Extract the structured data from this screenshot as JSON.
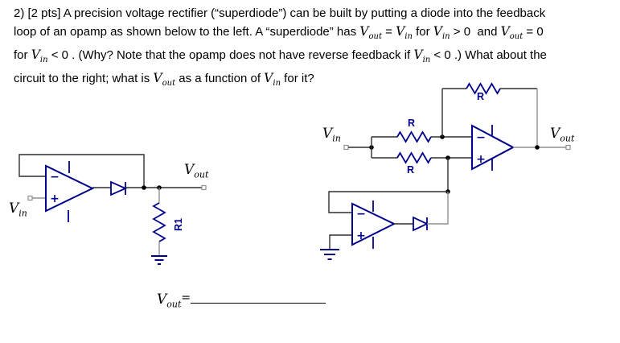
{
  "colors": {
    "component_blue": "#00008B",
    "wire_dark": "#2e2e2e",
    "wire_gray": "#909090",
    "text_black": "#000000"
  },
  "problem": {
    "lines": [
      [
        {
          "t": "x",
          "v": "2) [2 pts] A precision voltage rectifier (“superdiode”) can be built by putting a diode into the feedback"
        }
      ],
      [
        {
          "t": "x",
          "v": "loop of an opamp as shown below to the left. A “superdiode” has "
        },
        {
          "t": "m",
          "v": "V",
          "s": "out"
        },
        {
          "t": "x",
          "v": " = "
        },
        {
          "t": "m",
          "v": "V",
          "s": "in"
        },
        {
          "t": "x",
          "v": " for "
        },
        {
          "t": "m",
          "v": "V",
          "s": "in"
        },
        {
          "t": "x",
          "v": " > 0  and "
        },
        {
          "t": "m",
          "v": "V",
          "s": "out"
        },
        {
          "t": "x",
          "v": " = 0"
        }
      ],
      [
        {
          "t": "x",
          "v": "for "
        },
        {
          "t": "m",
          "v": "V",
          "s": "in"
        },
        {
          "t": "x",
          "v": " < 0 . (Why? Note that the opamp does not have reverse feedback if "
        },
        {
          "t": "m",
          "v": "V",
          "s": "in"
        },
        {
          "t": "x",
          "v": " < 0 .) What about the"
        }
      ],
      [
        {
          "t": "x",
          "v": "circuit to the right; what is "
        },
        {
          "t": "m",
          "v": "V",
          "s": "out"
        },
        {
          "t": "x",
          "v": " as a function of "
        },
        {
          "t": "m",
          "v": "V",
          "s": "in"
        },
        {
          "t": "x",
          "v": " for it?"
        }
      ]
    ]
  },
  "left_circuit": {
    "vin_var": "V",
    "vin_sub": "in",
    "vout_var": "V",
    "vout_sub": "out",
    "r1_label": "R1"
  },
  "right_circuit": {
    "vin_var": "V",
    "vin_sub": "in",
    "vout_var": "V",
    "vout_sub": "out",
    "r_top": "R",
    "r_bottom": "R",
    "r_feedback": "R"
  },
  "opamp": {
    "minus": "−",
    "plus": "+"
  },
  "answer": {
    "var": "V",
    "sub": "out",
    "equals": "="
  }
}
